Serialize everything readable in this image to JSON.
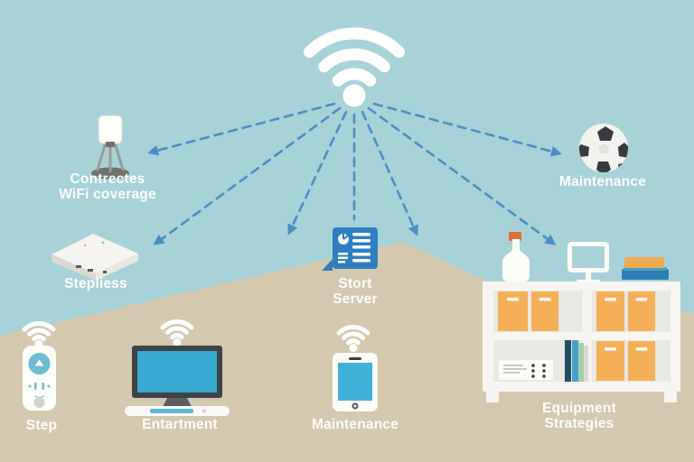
{
  "illustration": {
    "title": "wifi-network-home-illustration",
    "colors": {
      "sky": "#a7d2d8",
      "ground": "#d4c9ae",
      "arrow": "#488fc5",
      "screen_blue": "#3fb0d6",
      "document_blue": "#2d7fc0",
      "box_orange": "#f5b057",
      "label_text": "#ffffff"
    },
    "hub": {
      "icon": "wifi-icon"
    },
    "nodes": [
      {
        "id": "antenna",
        "icon": "antenna-icon",
        "label_lines": [
          "Contrectes",
          "WiFi coverage"
        ]
      },
      {
        "id": "router",
        "icon": "router-icon",
        "label_lines": [
          "Stepliess"
        ]
      },
      {
        "id": "doorbell",
        "icon": "doorbell-icon",
        "label_lines": [
          "Step"
        ]
      },
      {
        "id": "computer",
        "icon": "computer-icon",
        "label_lines": [
          "Entartment"
        ]
      },
      {
        "id": "smartphone",
        "icon": "smartphone-icon",
        "label_lines": [
          "Maintenance"
        ]
      },
      {
        "id": "document",
        "icon": "document-icon",
        "label_lines": [
          "Stort",
          "Server"
        ]
      },
      {
        "id": "soccer-ball",
        "icon": "soccer-ball-icon",
        "label_lines": [
          "Maintenance"
        ]
      },
      {
        "id": "shelf",
        "icon": "shelf-icon",
        "label_lines": [
          "Equipment",
          "Strategies"
        ]
      }
    ]
  }
}
